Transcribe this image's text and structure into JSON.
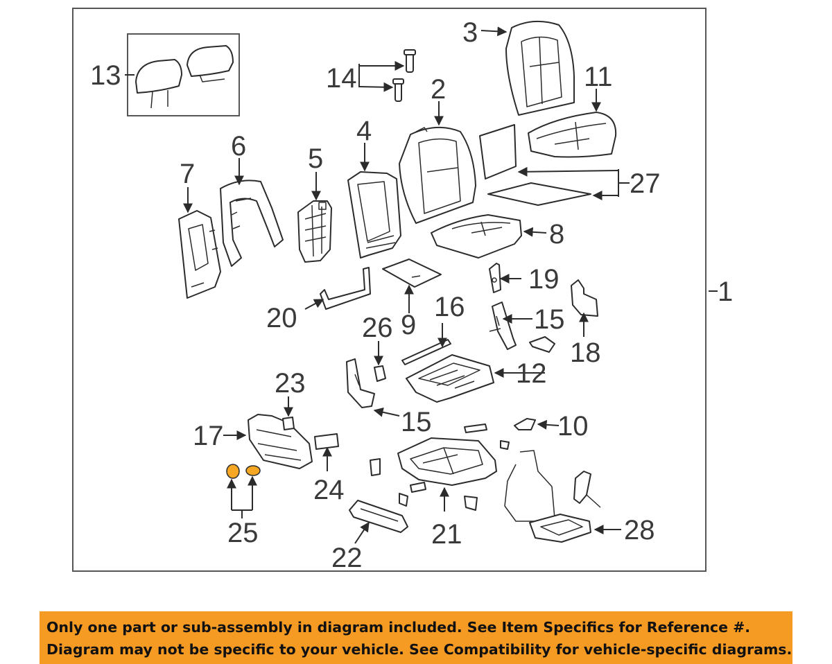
{
  "diagram": {
    "callouts": [
      "1",
      "2",
      "3",
      "4",
      "5",
      "6",
      "7",
      "8",
      "9",
      "10",
      "11",
      "12",
      "13",
      "14",
      "15",
      "15",
      "16",
      "17",
      "18",
      "19",
      "20",
      "21",
      "22",
      "23",
      "24",
      "25",
      "26",
      "27",
      "28"
    ],
    "accent_color": "#f59a23",
    "highlight_part_color": "#f5a623",
    "line_color": "#2b2b2b"
  },
  "banner": {
    "line1": "Only one part or sub-assembly in diagram included. See Item Specifics for Reference #.",
    "line2": "Diagram may not be specific to your vehicle. See Compatibility for vehicle-specific diagrams."
  }
}
